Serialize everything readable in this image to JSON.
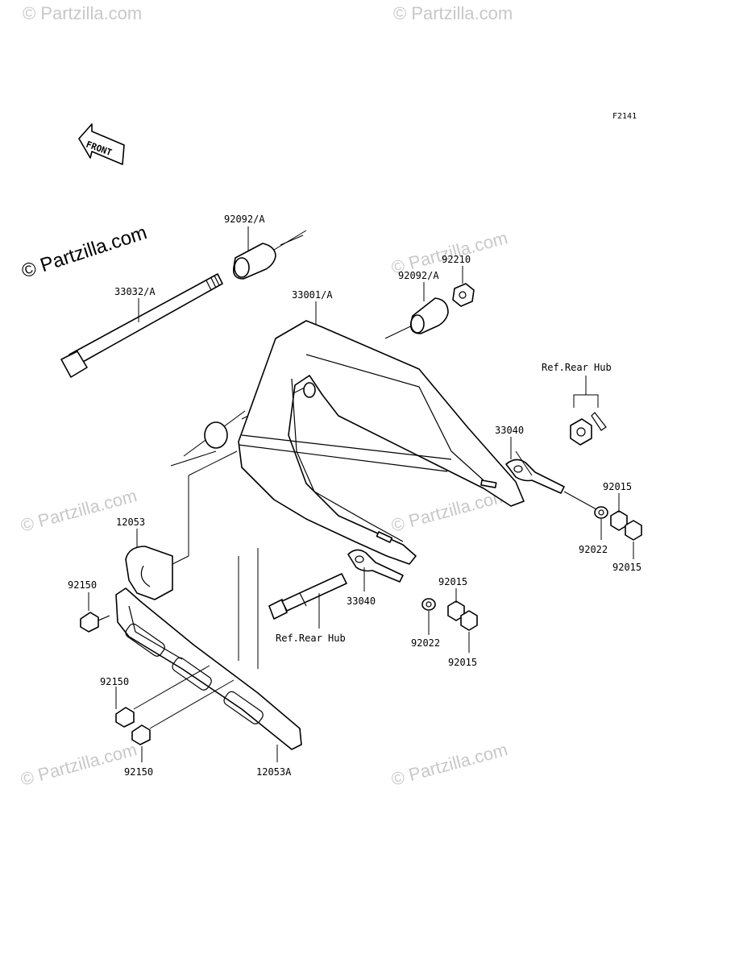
{
  "figure_code": "F2141",
  "front_label": "FRONT",
  "watermark_main": "© Partzilla.com",
  "watermark_text": "© Partzilla.com",
  "labels": {
    "swingarm": "33001/A",
    "axle_shaft": "33032/A",
    "collar_top_left": "92092/A",
    "collar_top_right": "92092/A",
    "nut_top": "92210",
    "ref_rear_hub_top": "Ref.Rear Hub",
    "adjuster_right": "33040",
    "nut_right_top": "92015",
    "washer_right": "92022",
    "nut_right_bottom": "92015",
    "guide_block": "12053",
    "bolt_guide": "92150",
    "adjuster_left": "33040",
    "nut_left_top": "92015",
    "washer_left": "92022",
    "nut_left_bottom": "92015",
    "ref_rear_hub_bottom": "Ref.Rear Hub",
    "bolt_plate_upper": "92150",
    "bolt_plate_lower": "92150",
    "chain_guide_plate": "12053A"
  }
}
